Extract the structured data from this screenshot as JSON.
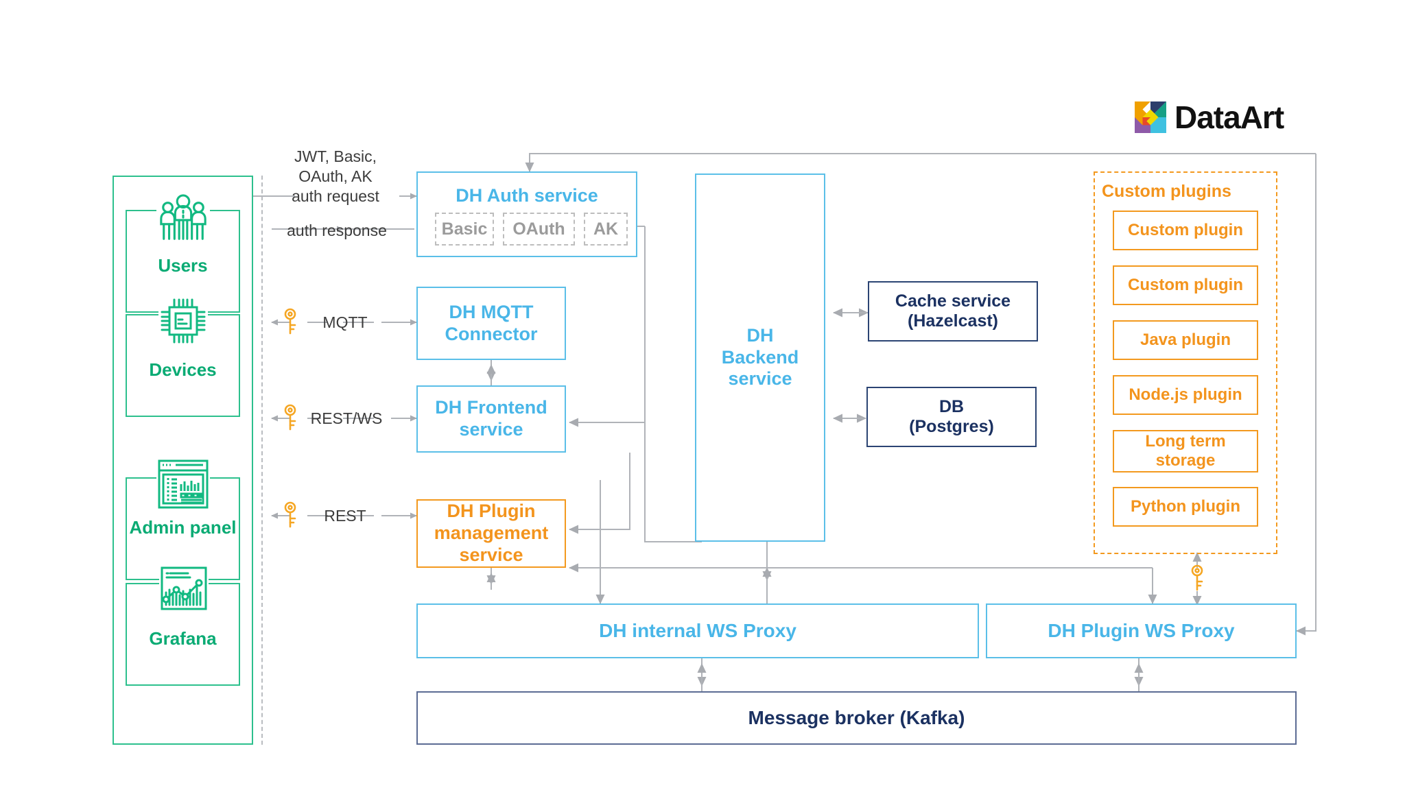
{
  "brand": {
    "name": "DataArt",
    "logo_icon": "dataart-mosaic-logo-icon",
    "logo_colors": [
      "#2c3e6b",
      "#f0a000",
      "#16a085",
      "#efd800",
      "#8e5aa8",
      "#3fc1e0",
      "#e8472a"
    ]
  },
  "colors": {
    "light_blue": "#49b6e8",
    "orange": "#f3941d",
    "navy": "#1b3161",
    "teal": "#0bab74",
    "gray_line": "#b0b3b8",
    "gray_text": "#9b9b9b"
  },
  "clients": {
    "group_name": "client-entities",
    "items": [
      {
        "label": "Users",
        "icon": "users-group-icon"
      },
      {
        "label": "Devices",
        "icon": "microchip-icon"
      },
      {
        "label": "Admin panel",
        "icon": "dashboard-window-icon"
      },
      {
        "label": "Grafana",
        "icon": "analytics-chart-icon"
      }
    ]
  },
  "channels": [
    {
      "id": "auth-request",
      "label": "JWT, Basic,\nOAuth, AK\nauth request",
      "key_icon": false
    },
    {
      "id": "auth-response",
      "label": "auth response",
      "key_icon": false
    },
    {
      "id": "mqtt",
      "label": "MQTT",
      "key_icon": true
    },
    {
      "id": "rest-ws",
      "label": "REST/WS",
      "key_icon": true
    },
    {
      "id": "rest",
      "label": "REST",
      "key_icon": true
    }
  ],
  "services": {
    "auth": {
      "title": "DH Auth service",
      "methods": [
        "Basic",
        "OAuth",
        "AK"
      ]
    },
    "mqtt_connector": {
      "title": "DH MQTT\nConnector"
    },
    "frontend": {
      "title": "DH Frontend\nservice"
    },
    "plugin_management": {
      "title": "DH Plugin\nmanagement\nservice"
    },
    "backend": {
      "title": "DH\nBackend\nservice"
    },
    "cache": {
      "title": "Cache service\n(Hazelcast)"
    },
    "db": {
      "title": "DB\n(Postgres)"
    },
    "internal_ws_proxy": {
      "title": "DH internal WS Proxy"
    },
    "plugin_ws_proxy": {
      "title": "DH Plugin WS Proxy"
    },
    "broker": {
      "title": "Message broker (Kafka)"
    }
  },
  "plugins": {
    "title": "Custom plugins",
    "items": [
      {
        "label": "Custom plugin"
      },
      {
        "label": "Custom plugin"
      },
      {
        "label": "Java plugin"
      },
      {
        "label": "Node.js plugin"
      },
      {
        "label": "Long term\nstorage"
      },
      {
        "label": "Python plugin"
      }
    ]
  }
}
